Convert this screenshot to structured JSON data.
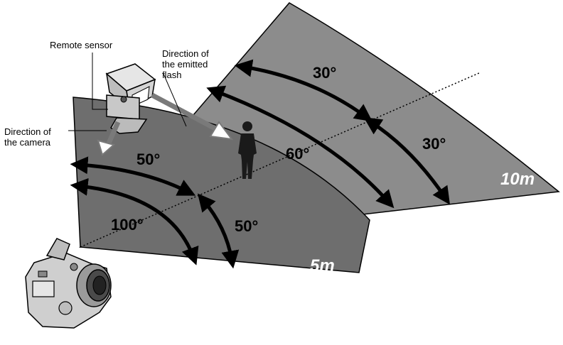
{
  "labels": {
    "remote_sensor": "Remote sensor",
    "emitted_flash_line1": "Direction of",
    "emitted_flash_line2": "the emitted",
    "emitted_flash_line3": "flash",
    "camera_direction_line1": "Direction of",
    "camera_direction_line2": "the camera"
  },
  "angles": {
    "far_upper": "30°",
    "far_lower": "30°",
    "far_total": "60°",
    "near_upper": "50°",
    "near_lower": "50°",
    "near_total": "100°"
  },
  "distances": {
    "far": "10m",
    "near": "5m"
  },
  "colors": {
    "far_zone": "#8c8c8c",
    "near_zone": "#6e6e6e",
    "outline": "#000000",
    "arrow": "#000000",
    "flash_arrow": "#7a7a7a",
    "camera_body": "#cfcfcf",
    "figure": "#1a1a1a"
  }
}
